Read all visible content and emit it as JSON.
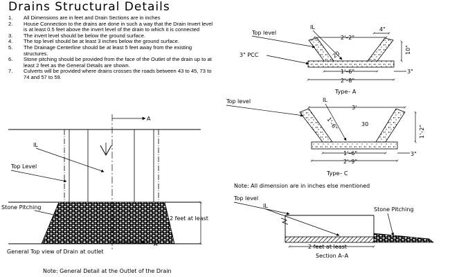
{
  "title": "Drains Structural Details",
  "notes": [
    {
      "num": "1.",
      "text": "All Dimensions are in feet and Drain Sections are in inches"
    },
    {
      "num": "2.",
      "text": "House Connection to the drains are done in such a way that the Drain Invert level is at least 0.5 feet above the invert level of the drain to which it is connected"
    },
    {
      "num": "3.",
      "text": "The invert level should be below the ground surface."
    },
    {
      "num": "4.",
      "text": "The top level should be at least 3 inches below the ground surface."
    },
    {
      "num": "5.",
      "text": "The Drainage Centerline should be at least 5 feet away from the existing structures."
    },
    {
      "num": "6.",
      "text": "Stone pitching should be provided from the face of the Outlet of the drain up to at least 2 feet as the General Details are shown."
    },
    {
      "num": "7.",
      "text": "Culverts will be provided where drains crosses the roads between 43 to 45, 73 to 74 and 57 to 59."
    }
  ],
  "type_a": {
    "label": "Type– A",
    "top_level": "Top level",
    "il": "IL",
    "pcc": "3\" PCC",
    "dim_top": "2'–2\"",
    "dim_4in": "4\"",
    "dim_10in": "10\"",
    "dim_20": "20",
    "dim_base": "1'–6\"",
    "dim_3in": "3\"",
    "dim_total": "2'–8\""
  },
  "type_c": {
    "label": "Type– C",
    "top_level": "Top level",
    "il": "IL",
    "dim_top": "3'",
    "dim_slope": "1'–6\"",
    "dim_angle": "30",
    "dim_height": "1'–2\"",
    "dim_base": "1'–6\"",
    "dim_total": "2'–9\"",
    "dim_3in": "3\""
  },
  "inches_note": "Note: All dimension are in inches else mentioned",
  "plan": {
    "il": "IL",
    "top_level": "Top Level",
    "stone_pitching": "Stone Pitching",
    "section_a_top": "A",
    "section_a_bottom": "A",
    "dim_2feet": "2 feet at least",
    "caption": "General Top view of Drain at outlet"
  },
  "section_aa": {
    "top_level": "Top level",
    "il": "IL",
    "stone_pitching": "Stone Pitching",
    "dim_2feet": "2 feet at least",
    "caption": "Section A–A"
  },
  "footer_note": "Note: General Detail at the Outlet of the Drain"
}
